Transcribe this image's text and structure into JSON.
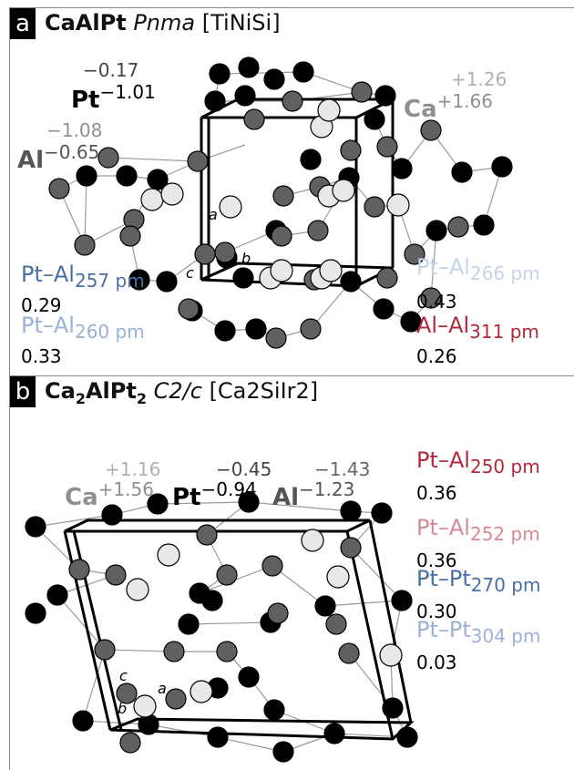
{
  "colors": {
    "pt": "#000000",
    "al_atom": "#606060",
    "ca_atom": "#e8e8e8",
    "ca_label": "#909090",
    "al_label": "#555555",
    "bond_blue": "#4a6fa5",
    "bond_lightblue": "#9bb1d6",
    "bond_red": "#b22a3a",
    "bond_pink": "#d88a94",
    "bond_verylight": "#b8c6e0",
    "frame_line": "#999999"
  },
  "panel_a": {
    "tag": "a",
    "title_formula": "CaAlPt",
    "title_space_group": "Pnma",
    "title_type": "[TiNiSi]",
    "pt": {
      "symbol": "Pt",
      "charge_top": "−0.17",
      "charge_sup": "−1.01"
    },
    "al": {
      "symbol": "Al",
      "charge_top": "−1.08",
      "charge_sup": "−0.65"
    },
    "ca": {
      "symbol": "Ca",
      "charge_top": "+1.26",
      "charge_sup": "+1.66"
    },
    "axes": {
      "a": "a",
      "b": "b",
      "c": "c"
    },
    "bonds": [
      {
        "name": "Pt–Al",
        "distance": "257 pm",
        "value": "0.29",
        "color": "#4a6fa5"
      },
      {
        "name": "Pt–Al",
        "distance": "260 pm",
        "value": "0.33",
        "color": "#9bb1d6"
      },
      {
        "name": "Pt–Al",
        "distance": "266 pm",
        "value": "0.43",
        "color": "#c5d3ea"
      },
      {
        "name": "Al–Al",
        "distance": "311 pm",
        "value": "0.26",
        "color": "#b22a3a"
      }
    ]
  },
  "panel_b": {
    "tag": "b",
    "title_formula_main": "Ca",
    "title_formula_sub1": "2",
    "title_formula_mid": "AlPt",
    "title_formula_sub2": "2",
    "title_space_group": "C2/c",
    "title_type": "[Ca2SiIr2]",
    "pt": {
      "symbol": "Pt",
      "charge_top": "−0.45",
      "charge_sup": "−0.94"
    },
    "al": {
      "symbol": "Al",
      "charge_top": "−1.43",
      "charge_sup": "−1.23"
    },
    "ca": {
      "symbol": "Ca",
      "charge_top": "+1.16",
      "charge_sup": "+1.56"
    },
    "axes": {
      "a": "a",
      "b": "b",
      "c": "c"
    },
    "bonds": [
      {
        "name": "Pt–Al",
        "distance": "250 pm",
        "value": "0.36",
        "color": "#b22a3a"
      },
      {
        "name": "Pt–Al",
        "distance": "252 pm",
        "value": "0.36",
        "color": "#d88a94"
      },
      {
        "name": "Pt–Pt",
        "distance": "270 pm",
        "value": "0.30",
        "color": "#4a6fa5"
      },
      {
        "name": "Pt–Pt",
        "distance": "304 pm",
        "value": "0.03",
        "color": "#9bb1d6"
      }
    ]
  }
}
